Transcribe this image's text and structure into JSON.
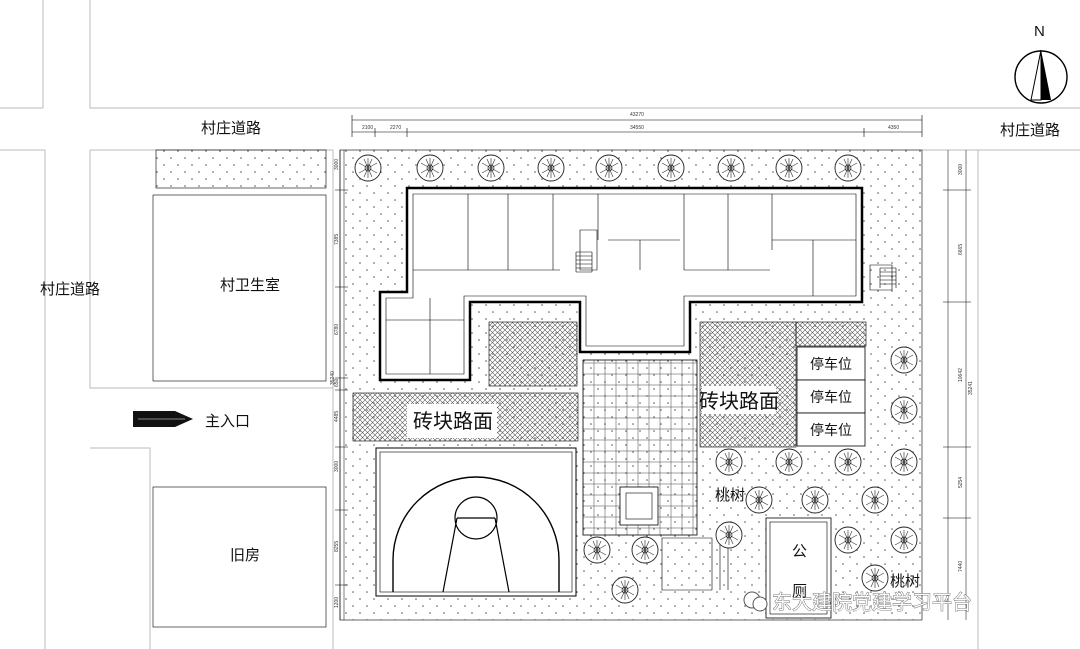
{
  "labels": {
    "road": "村庄道路",
    "clinic": "村卫生室",
    "old_house": "旧房",
    "main_entrance": "主入口",
    "brick_paving": "砖块路面",
    "parking": "停车位",
    "peach_tree": "桃树",
    "toilet_1": "公",
    "toilet_2": "厕",
    "north": "N"
  },
  "dimensions": {
    "total_width": "43270",
    "seg_1": "2100",
    "seg_2": "2270",
    "seg_3": "34550",
    "seg_4": "4350",
    "left_1": "3000",
    "left_2": "7385",
    "left_3": "6780",
    "left_total": "35240",
    "left_4": "650",
    "left_5": "4485",
    "left_6": "3000",
    "left_7": "8255",
    "left_8": "1200",
    "right_1": "3000",
    "right_2": "6665",
    "right_3": "10642",
    "right_total": "35241",
    "right_4": "5254",
    "right_5": "7440"
  },
  "watermark": {
    "text": "东大建院党建学习平台"
  }
}
